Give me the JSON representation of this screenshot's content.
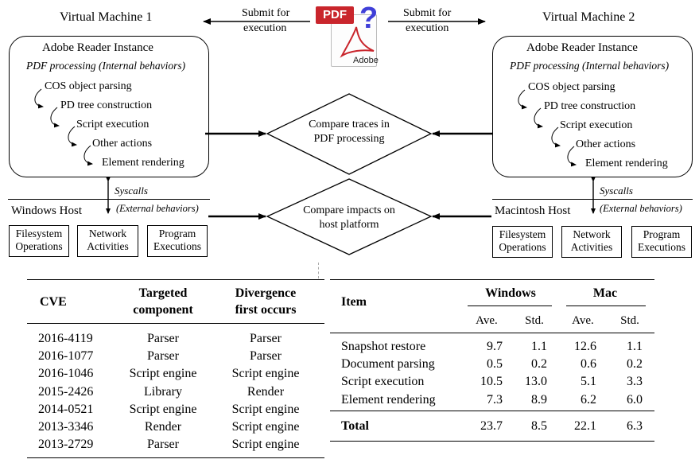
{
  "diagram": {
    "vm1_title": "Virtual Machine 1",
    "vm2_title": "Virtual Machine 2",
    "submit_left": [
      "Submit for",
      "execution"
    ],
    "submit_right": [
      "Submit for",
      "execution"
    ],
    "pdf_icon": {
      "badge": "PDF",
      "question": "?",
      "brand": "Adobe",
      "badge_color": "#c9252c",
      "question_color": "#3f3fd8"
    },
    "instance_title": "Adobe Reader Instance",
    "instance_subtitle": "PDF processing (Internal behaviors)",
    "steps": [
      "COS object parsing",
      "PD tree construction",
      "Script execution",
      "Other actions",
      "Element rendering"
    ],
    "compare_traces": [
      "Compare traces in",
      "PDF processing"
    ],
    "compare_impacts": [
      "Compare impacts on",
      "host platform"
    ],
    "syscalls": "Syscalls",
    "external_behaviors": "(External behaviors)",
    "windows_host": "Windows Host",
    "mac_host": "Macintosh Host",
    "host_ops": [
      [
        "Filesystem",
        "Operations"
      ],
      [
        "Network",
        "Activities"
      ],
      [
        "Program",
        "Executions"
      ]
    ]
  },
  "cve_table": {
    "headers": [
      [
        "CVE"
      ],
      [
        "Targeted",
        "component"
      ],
      [
        "Divergence",
        "first occurs"
      ]
    ],
    "rows": [
      [
        "2016-4119",
        "Parser",
        "Parser"
      ],
      [
        "2016-1077",
        "Parser",
        "Parser"
      ],
      [
        "2016-1046",
        "Script engine",
        "Script engine"
      ],
      [
        "2015-2426",
        "Library",
        "Render"
      ],
      [
        "2014-0521",
        "Script engine",
        "Script engine"
      ],
      [
        "2013-3346",
        "Render",
        "Script engine"
      ],
      [
        "2013-2729",
        "Parser",
        "Script engine"
      ]
    ]
  },
  "timing_table": {
    "item_header": "Item",
    "groups": [
      "Windows",
      "Mac"
    ],
    "subheaders": [
      "Ave.",
      "Std.",
      "Ave.",
      "Std."
    ],
    "rows": [
      [
        "Snapshot restore",
        "9.7",
        "1.1",
        "12.6",
        "1.1"
      ],
      [
        "Document parsing",
        "0.5",
        "0.2",
        "0.6",
        "0.2"
      ],
      [
        "Script execution",
        "10.5",
        "13.0",
        "5.1",
        "3.3"
      ],
      [
        "Element rendering",
        "7.3",
        "8.9",
        "6.2",
        "6.0"
      ]
    ],
    "total": [
      "Total",
      "23.7",
      "8.5",
      "22.1",
      "6.3"
    ]
  }
}
